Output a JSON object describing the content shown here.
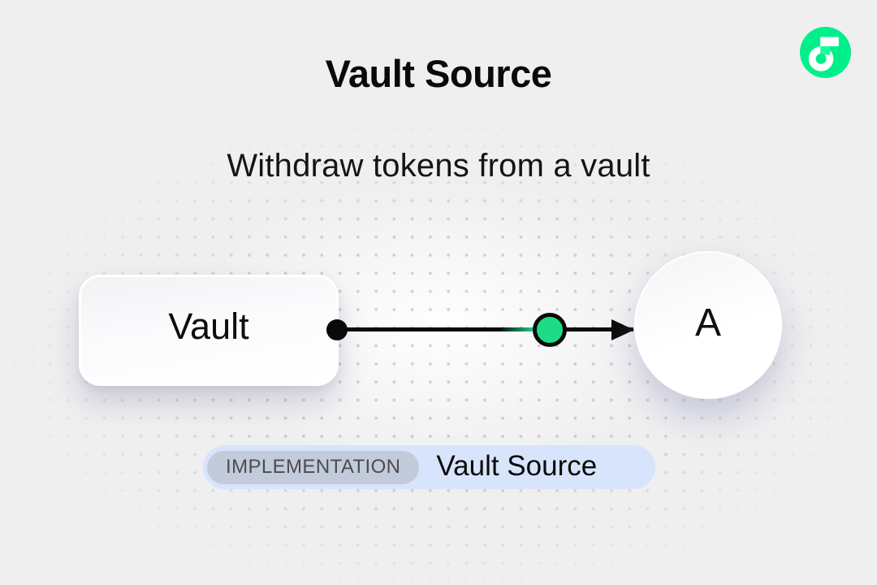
{
  "page": {
    "title": "Vault Source",
    "subtitle": "Withdraw tokens from a vault"
  },
  "logo": {
    "name": "Flow logo",
    "circle_color": "#00EF8B",
    "glyph_color": "#FFFFFF",
    "notch_color": "#16FF99"
  },
  "diagram": {
    "source_node": {
      "label": "Vault",
      "shape": "rounded-rect"
    },
    "target_node": {
      "label": "A",
      "shape": "circle"
    },
    "connector": {
      "style": "arrow",
      "line_color": "#0A0A0A",
      "marker_fill": "#1EDC86",
      "marker_border": "#0A0A0A"
    }
  },
  "badge": {
    "kind_label": "IMPLEMENTATION",
    "title": "Vault Source",
    "container_bg": "#D8E4FB",
    "pill_bg": "#C2CBD9",
    "pill_text_color": "#4C4C50"
  },
  "canvas": {
    "background": "#EFEFF0",
    "dot_color": "#7D7D8C"
  }
}
